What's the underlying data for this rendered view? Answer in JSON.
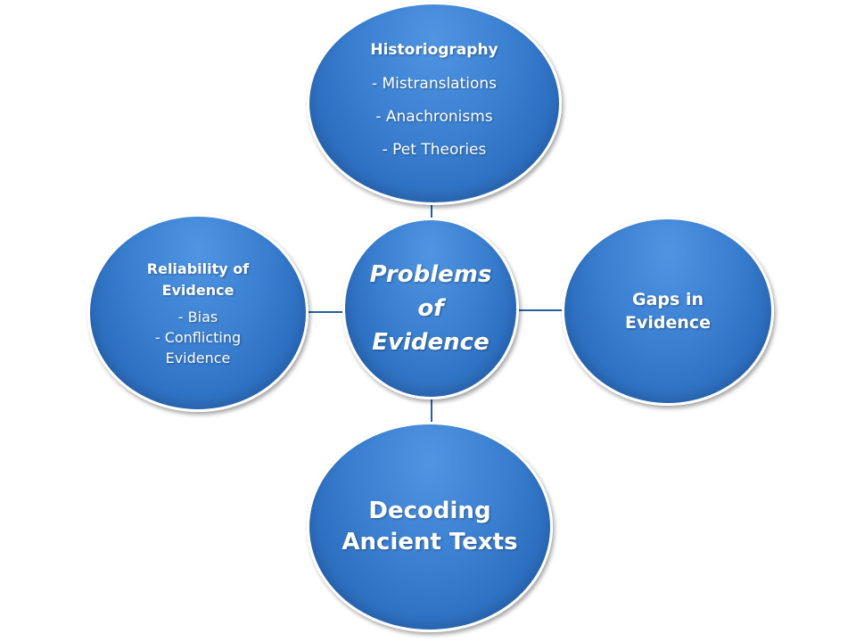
{
  "center": {
    "label": "Problems of Evidence"
  },
  "nodes": {
    "top": {
      "title": "Historiography",
      "lines": [
        "- Mistranslations",
        "- Anachronisms",
        "- Pet Theories"
      ]
    },
    "left": {
      "title": "Reliability of Evidence",
      "lines": [
        "- Bias",
        "- Conflicting Evidence"
      ]
    },
    "right": {
      "title": "Gaps in Evidence"
    },
    "bottom": {
      "title": "Decoding Ancient Texts"
    }
  },
  "colors": {
    "node_fill": "#3a7fd0",
    "connector": "#2a5f9e",
    "text": "#ffffff"
  }
}
